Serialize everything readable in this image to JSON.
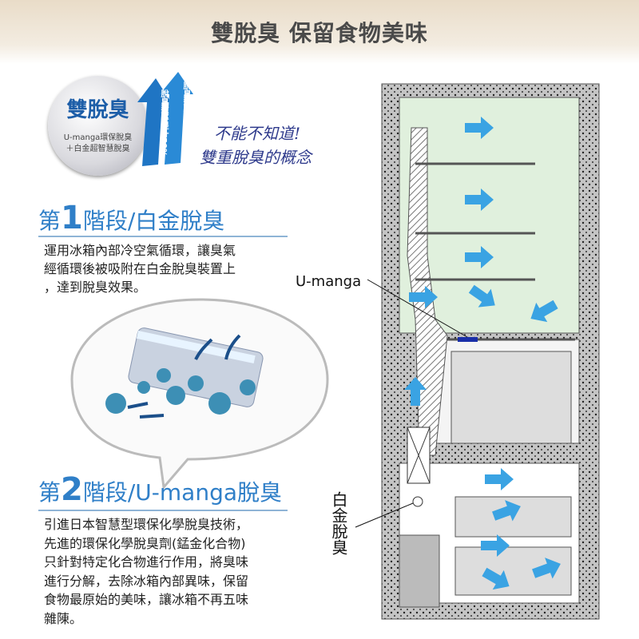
{
  "banner": {
    "title": "雙脫臭  保留食物美味"
  },
  "badge": {
    "title": "雙脫臭",
    "line1": "U-manga環保脫臭",
    "line2": "＋白金超智慧脫臭",
    "arrow1": "脫臭效率提升50%",
    "arrow2": "脫臭效率提升15%"
  },
  "tagline": {
    "line1": "不能不知道!",
    "line2": "雙重脫臭的概念"
  },
  "stage1": {
    "prefix": "第",
    "number": "1",
    "title": "階段/白金脫臭",
    "text": [
      "運用冰箱內部冷空氣循環，讓臭氣",
      "經循環後被吸附在白金脫臭裝置上",
      "，達到脫臭效果。"
    ]
  },
  "stage2": {
    "prefix": "第",
    "number": "2",
    "title": "階段/U-manga脫臭",
    "text": [
      "引進日本智慧型環保化學脫臭技術，",
      "先進的環保化學脫臭劑(錳金化合物)",
      "只針對特定化合物進行作用，將臭味",
      "進行分解，去除冰箱內部異味，保留",
      "食物最原始的美味，讓冰箱不再五味",
      "雜陳。"
    ]
  },
  "diagram": {
    "umanga_label": "U-manga",
    "platinum_label": "白金脫臭",
    "colors": {
      "airflow": "#3aa3e3",
      "fridge_zone": "#dff0dc",
      "insulation": "#b9b9b9",
      "umanga": "#1a2fa8"
    }
  }
}
